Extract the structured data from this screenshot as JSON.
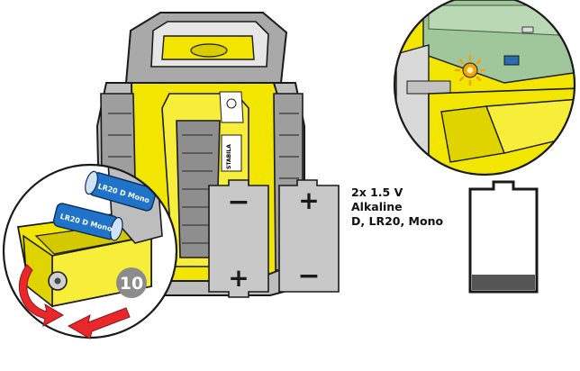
{
  "figure": {
    "step_number": "10",
    "cell_label": "LR20 D Mono",
    "battery_spec": [
      "2x 1.5 V",
      "Alkaline",
      "D, LR20, Mono"
    ],
    "brand_label": "STABILA",
    "battery_polarity": {
      "plus": "+",
      "minus": "−"
    }
  },
  "colors": {
    "device_yellow": "#f2e600",
    "housing_grey": "#bdbdbd",
    "cell_blue": "#1f73c8",
    "arrow_red": "#e8282b",
    "step_badge": "#8c8c8c",
    "battery_grey": "#c8c8c8",
    "indicator_orange": "#f5a300"
  }
}
